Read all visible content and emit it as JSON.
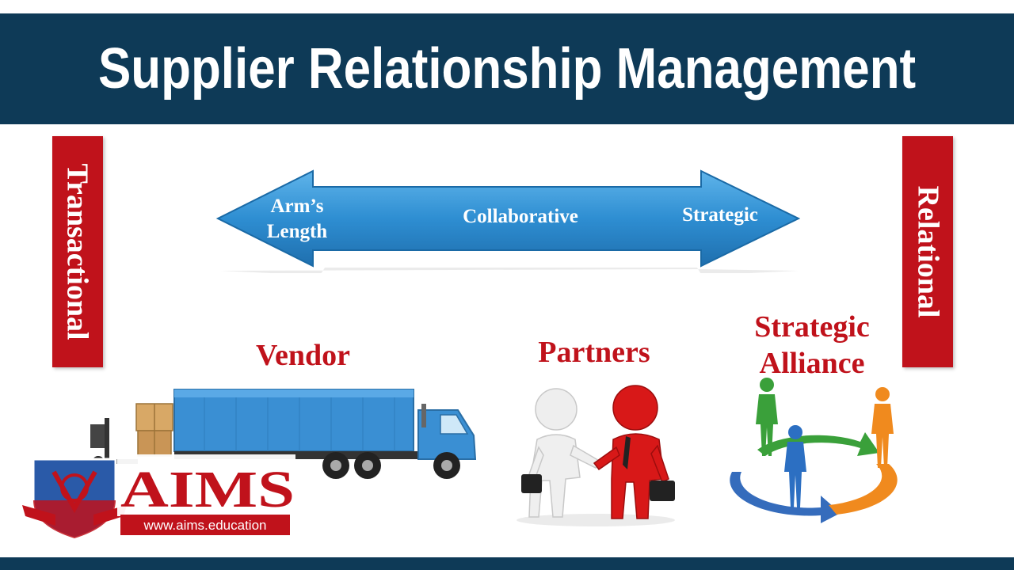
{
  "header": {
    "title": "Supplier Relationship Management"
  },
  "side_bars": {
    "left": "Transactional",
    "right": "Relational"
  },
  "arrow": {
    "left_label_line1": "Arm’s",
    "left_label_line2": "Length",
    "center_label": "Collaborative",
    "right_label": "Strategic"
  },
  "stages": {
    "vendor": "Vendor",
    "partners": "Partners",
    "alliance_line1": "Strategic",
    "alliance_line2": "Alliance"
  },
  "logo": {
    "brand": "AIMS",
    "url": "www.aims.education"
  },
  "colors": {
    "navy": "#0e3a57",
    "red": "#c0121b",
    "arrow_blue": "#2f8fd0",
    "truck_blue": "#3a8fd3",
    "person_red": "#d01515",
    "person_green": "#3aa03a",
    "person_blue": "#2c6fc2",
    "person_orange": "#f08a1e"
  }
}
